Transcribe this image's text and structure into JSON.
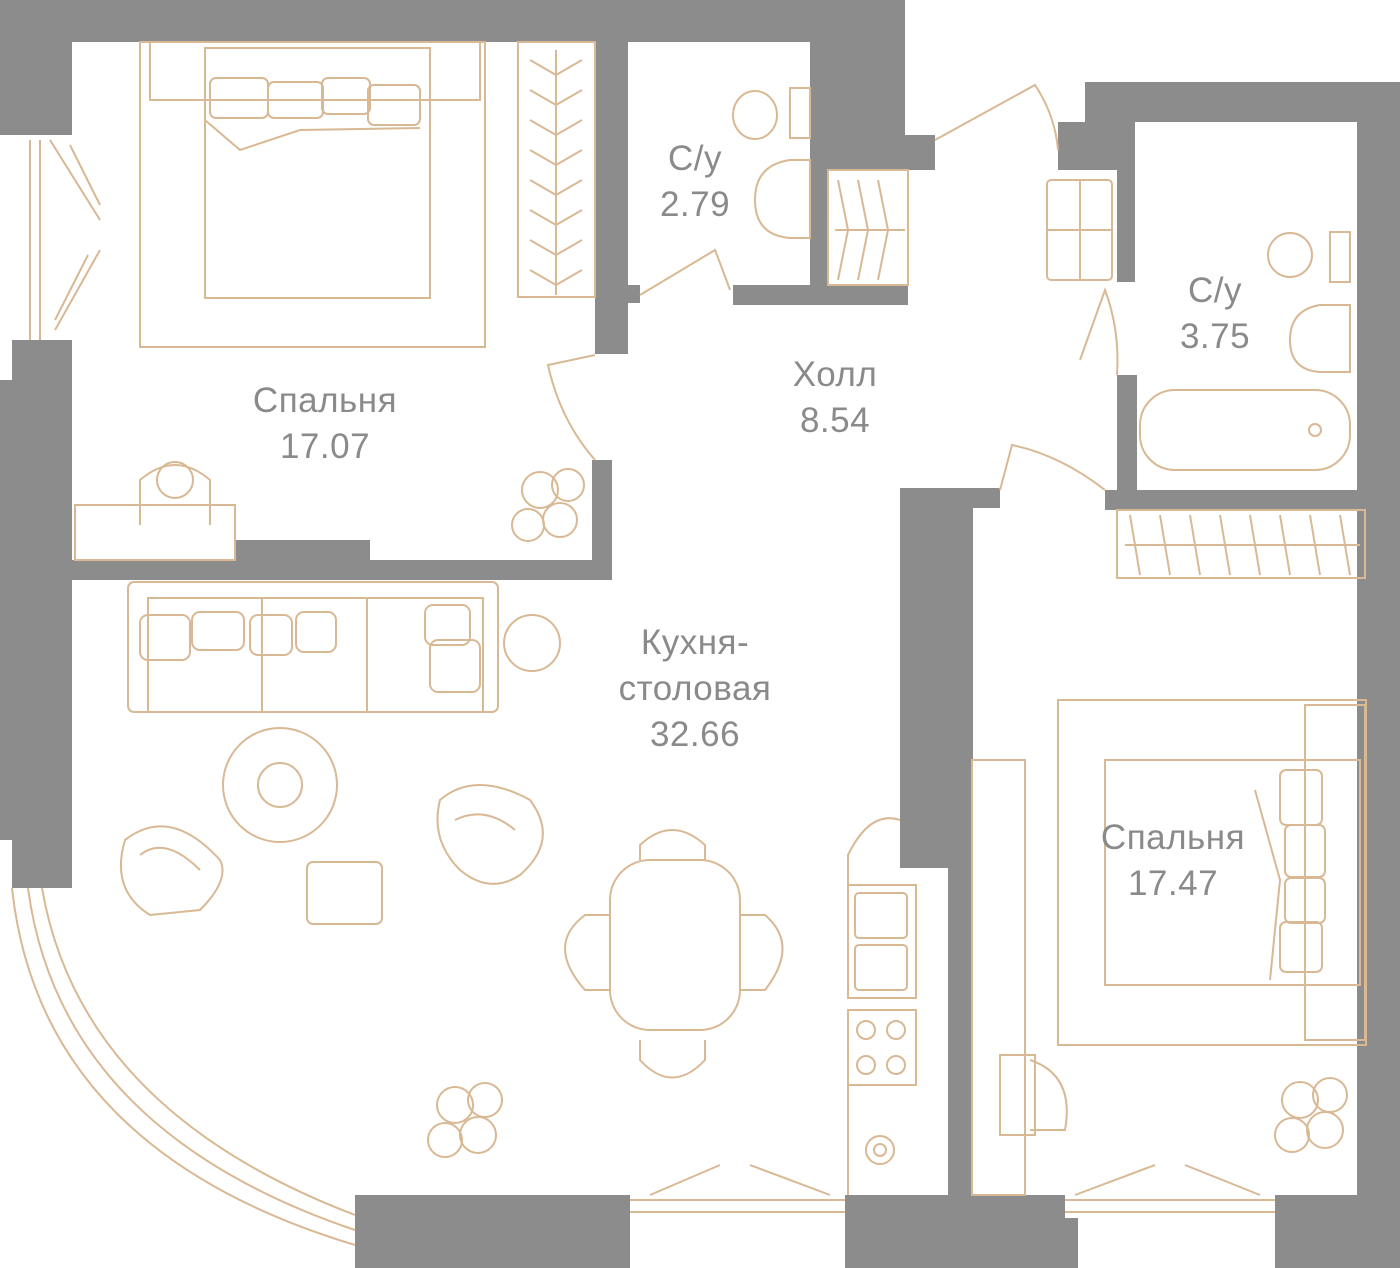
{
  "colors": {
    "wall": "#8c8c8c",
    "furniture": "#d9b894",
    "label": "#8a8a8a",
    "background": "#ffffff"
  },
  "rooms": [
    {
      "id": "bedroom-1",
      "name": "Спальня",
      "area": "17.07"
    },
    {
      "id": "bathroom-1",
      "name": "С/у",
      "area": "2.79"
    },
    {
      "id": "hall",
      "name": "Холл",
      "area": "8.54"
    },
    {
      "id": "bathroom-2",
      "name": "С/у",
      "area": "3.75"
    },
    {
      "id": "kitchen",
      "name": "Кухня-\nстоловая",
      "name_line1": "Кухня-",
      "name_line2": "столовая",
      "area": "32.66"
    },
    {
      "id": "bedroom-2",
      "name": "Спальня",
      "area": "17.47"
    }
  ],
  "icons": [
    "bed-icon",
    "wardrobe-icon",
    "toilet-icon",
    "sink-icon",
    "bathtub-icon",
    "sofa-icon",
    "armchair-icon",
    "dining-table-icon",
    "stove-icon",
    "kitchen-sink-icon",
    "plant-icon",
    "desk-icon",
    "door-icon",
    "window-icon",
    "shower-tray-icon"
  ]
}
